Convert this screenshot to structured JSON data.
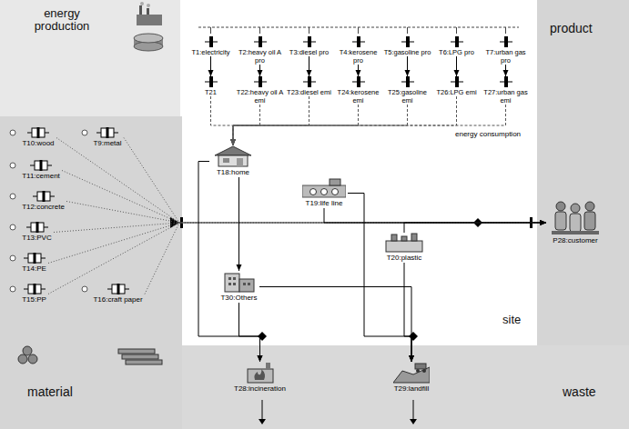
{
  "diagram": {
    "nodes": [
      {
        "text": [
          "energy production"
        ]
      },
      {
        "text": [
          "T1:electricity"
        ],
        "in": 0
      },
      {
        "text": [
          "T2:heavy oil A pro"
        ],
        "in": 0
      },
      {
        "text": [
          "T3:diesel pro"
        ],
        "in": 0
      },
      {
        "text": [
          "T4:kerosene pro"
        ],
        "in": 0
      },
      {
        "text": [
          "T5:gasoline pro"
        ],
        "in": 0
      },
      {
        "text": [
          "T6:LPG pro"
        ],
        "in": 0
      },
      {
        "text": [
          "T7:urban gas pro"
        ],
        "in": 0
      },
      {
        "text": [
          "T21"
        ],
        "in": 0
      },
      {
        "text": [
          "T22:heavy oil A emi"
        ],
        "in": 0
      },
      {
        "text": [
          "T23:diesel emi"
        ],
        "in": 0
      },
      {
        "text": [
          "T24:kerosene emi"
        ],
        "in": 0
      },
      {
        "text": [
          "T25:gasoline emi"
        ],
        "in": 0
      },
      {
        "text": [
          "T26:LPG emi"
        ],
        "in": 0
      },
      {
        "text": [
          "T27:urban gas emi"
        ],
        "in": 0
      },
      {
        "text": [
          "product"
        ]
      },
      {
        "text": [
          "material"
        ]
      },
      {
        "text": [
          "T10:wood"
        ],
        "in": 16
      },
      {
        "text": [
          "T9:metal"
        ],
        "in": 16
      },
      {
        "text": [
          "T11:cement"
        ],
        "in": 16
      },
      {
        "text": [
          "T12:concrete"
        ],
        "in": 16
      },
      {
        "text": [
          "T13:PVC"
        ],
        "in": 16
      },
      {
        "text": [
          "T14:PE"
        ],
        "in": 16
      },
      {
        "text": [
          "T15:PP"
        ],
        "in": 16
      },
      {
        "text": [
          "T16:craft paper"
        ],
        "in": 16
      },
      {
        "text": [
          "site"
        ]
      },
      {
        "text": [
          "T18:home"
        ],
        "in": 25
      },
      {
        "text": [
          "T19:life line"
        ],
        "in": 25
      },
      {
        "text": [
          "T20:plastic"
        ],
        "in": 25
      },
      {
        "text": [
          "T30:Others"
        ],
        "in": 25
      },
      {
        "text": [
          "P28:customer"
        ],
        "in": 15
      },
      {
        "text": [
          "waste"
        ]
      },
      {
        "text": [
          "T28:incineration"
        ],
        "in": 31
      },
      {
        "text": [
          "T29:landfill"
        ],
        "in": 31
      }
    ],
    "edges": [
      {
        "from": 1,
        "to": 8,
        "arrow": "to"
      },
      {
        "from": 2,
        "to": 9,
        "arrow": "to"
      },
      {
        "from": 3,
        "to": 10,
        "arrow": "to"
      },
      {
        "from": 4,
        "to": 11,
        "arrow": "to"
      },
      {
        "from": 5,
        "to": 12,
        "arrow": "to"
      },
      {
        "from": 6,
        "to": 13,
        "arrow": "to"
      },
      {
        "from": 7,
        "to": 14,
        "arrow": "to"
      },
      {
        "from": 8,
        "to": 26,
        "arrow": "to"
      },
      {
        "from": 9,
        "to": 26,
        "arrow": "to"
      },
      {
        "from": 10,
        "to": 26,
        "arrow": "to"
      },
      {
        "from": 11,
        "to": 26,
        "arrow": "to"
      },
      {
        "from": 12,
        "to": 26,
        "arrow": "to"
      },
      {
        "from": 13,
        "to": 26,
        "arrow": "to"
      },
      {
        "from": 14,
        "to": 26,
        "arrow": "to"
      },
      {
        "from": 17,
        "to": 30,
        "arrow": "to"
      },
      {
        "from": 18,
        "to": 30,
        "arrow": "to"
      },
      {
        "from": 19,
        "to": 30,
        "arrow": "to"
      },
      {
        "from": 20,
        "to": 30,
        "arrow": "to"
      },
      {
        "from": 21,
        "to": 30,
        "arrow": "to"
      },
      {
        "from": 22,
        "to": 30,
        "arrow": "to"
      },
      {
        "from": 23,
        "to": 30,
        "arrow": "to"
      },
      {
        "from": 24,
        "to": 30,
        "arrow": "to"
      },
      {
        "from": 26,
        "to": 29,
        "arrow": "to"
      },
      {
        "from": 27,
        "to": 30,
        "arrow": "to"
      },
      {
        "from": 28,
        "to": 30,
        "arrow": "to"
      },
      {
        "from": 26,
        "to": 32,
        "arrow": "to"
      },
      {
        "from": 29,
        "to": 32,
        "arrow": "to"
      },
      {
        "from": 29,
        "to": 33,
        "arrow": "to"
      },
      {
        "from": 27,
        "to": 33,
        "arrow": "to"
      },
      {
        "from": 28,
        "to": 33,
        "arrow": "to"
      }
    ],
    "labels": [
      "energy consumption"
    ]
  }
}
